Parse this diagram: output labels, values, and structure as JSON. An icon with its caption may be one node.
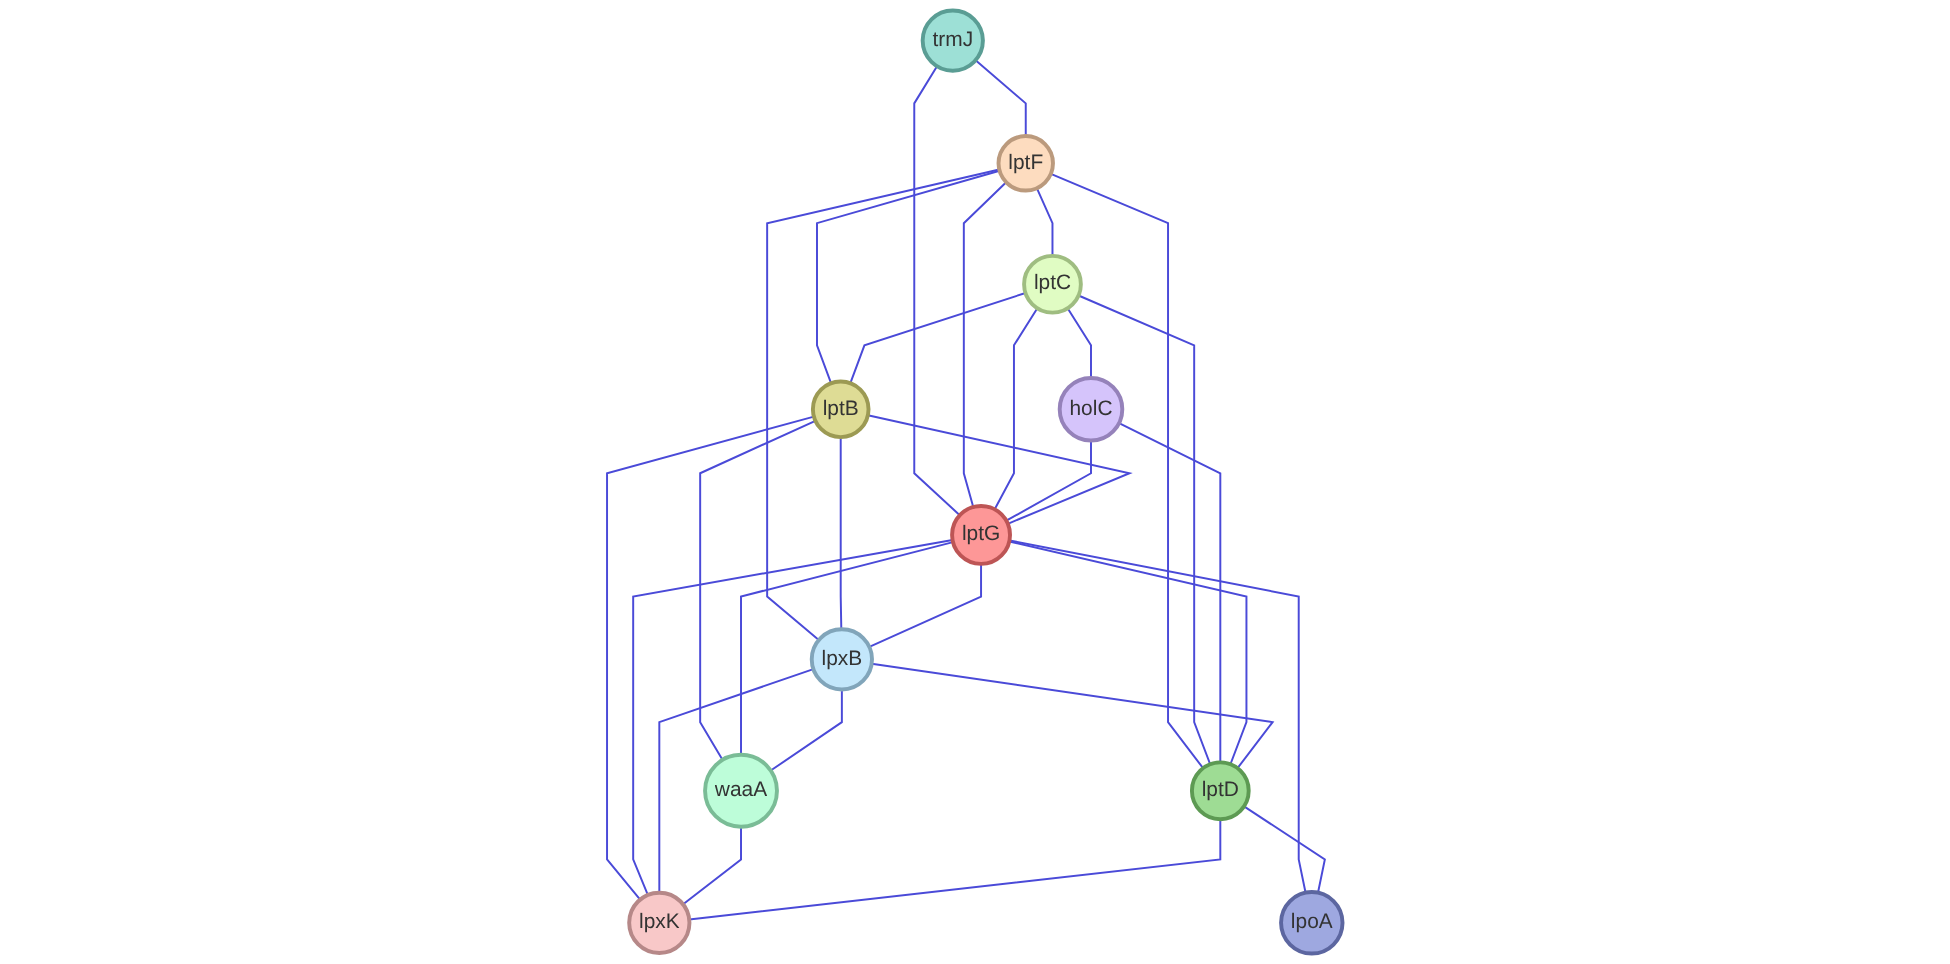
{
  "diagram": {
    "nodes": [
      {
        "text": [
          "trmJ"
        ]
      },
      {
        "text": [
          "lptF"
        ]
      },
      {
        "text": [
          "lptC"
        ]
      },
      {
        "text": [
          "holC"
        ]
      },
      {
        "text": [
          "lptB"
        ]
      },
      {
        "text": [
          "lptG"
        ]
      },
      {
        "text": [
          "lpxB"
        ]
      },
      {
        "text": [
          "lptD"
        ]
      },
      {
        "text": [
          "waaA"
        ]
      },
      {
        "text": [
          "lpoA"
        ]
      },
      {
        "text": [
          "lpxK"
        ]
      }
    ],
    "edges": [
      {
        "from": 0,
        "to": 1,
        "arrow": "none"
      },
      {
        "from": 0,
        "to": 5,
        "arrow": "none"
      },
      {
        "from": 1,
        "to": 2,
        "arrow": "none"
      },
      {
        "from": 1,
        "to": 4,
        "arrow": "none"
      },
      {
        "from": 1,
        "to": 5,
        "arrow": "none"
      },
      {
        "from": 1,
        "to": 7,
        "arrow": "none"
      },
      {
        "from": 1,
        "to": 6,
        "arrow": "none"
      },
      {
        "from": 2,
        "to": 3,
        "arrow": "none"
      },
      {
        "from": 2,
        "to": 4,
        "arrow": "none"
      },
      {
        "from": 2,
        "to": 5,
        "arrow": "none"
      },
      {
        "from": 2,
        "to": 7,
        "arrow": "none"
      },
      {
        "from": 3,
        "to": 5,
        "arrow": "none"
      },
      {
        "from": 3,
        "to": 7,
        "arrow": "none"
      },
      {
        "from": 4,
        "to": 5,
        "arrow": "none"
      },
      {
        "from": 4,
        "to": 6,
        "arrow": "none"
      },
      {
        "from": 4,
        "to": 8,
        "arrow": "none"
      },
      {
        "from": 4,
        "to": 10,
        "arrow": "none"
      },
      {
        "from": 5,
        "to": 6,
        "arrow": "none"
      },
      {
        "from": 5,
        "to": 7,
        "arrow": "none"
      },
      {
        "from": 5,
        "to": 8,
        "arrow": "none"
      },
      {
        "from": 5,
        "to": 10,
        "arrow": "none"
      },
      {
        "from": 5,
        "to": 9,
        "arrow": "none"
      },
      {
        "from": 6,
        "to": 7,
        "arrow": "none"
      },
      {
        "from": 6,
        "to": 8,
        "arrow": "none"
      },
      {
        "from": 6,
        "to": 10,
        "arrow": "none"
      },
      {
        "from": 8,
        "to": 10,
        "arrow": "none"
      },
      {
        "from": 7,
        "to": 10,
        "arrow": "none"
      },
      {
        "from": 7,
        "to": 9,
        "arrow": "none"
      }
    ]
  }
}
